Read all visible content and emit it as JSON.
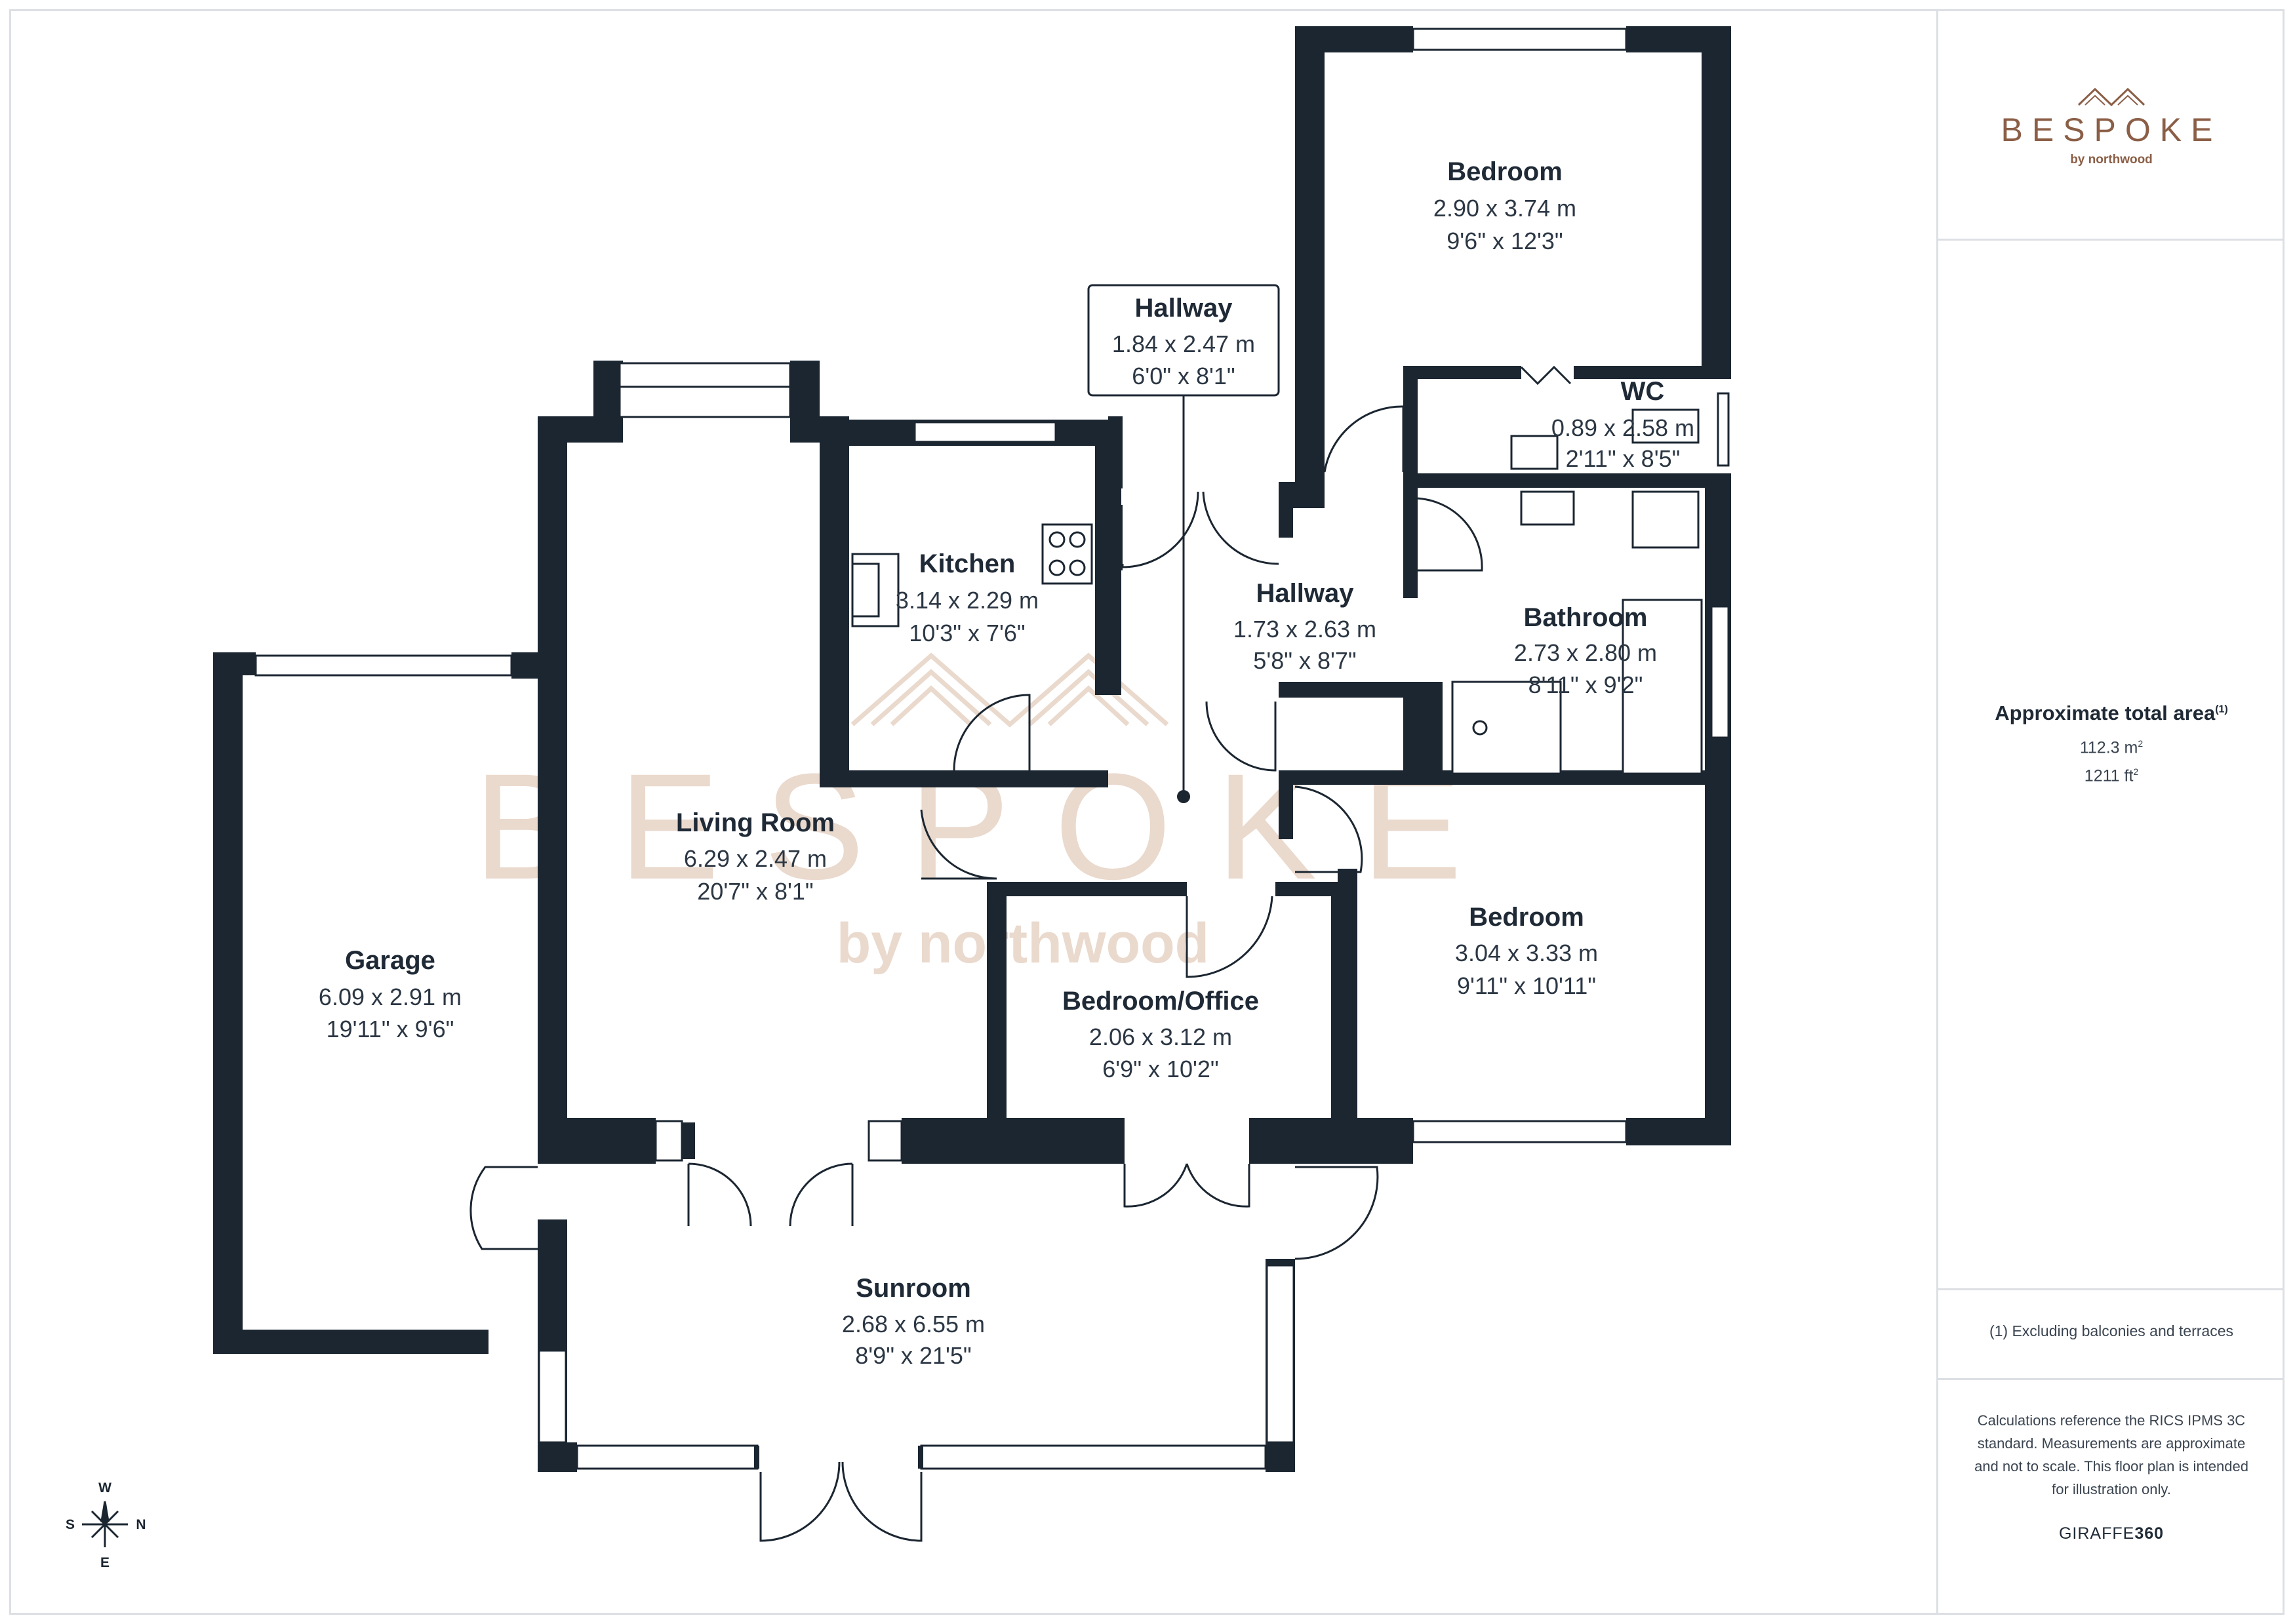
{
  "rooms": {
    "bedroom_top": {
      "name": "Bedroom",
      "metric": "2.90 x 3.74 m",
      "imperial": "9'6\" x 12'3\""
    },
    "hallway_top": {
      "name": "Hallway",
      "metric": "1.84 x 2.47 m",
      "imperial": "6'0\" x 8'1\""
    },
    "wc": {
      "name": "WC",
      "metric": "0.89 x 2.58 m",
      "imperial": "2'11\" x 8'5\""
    },
    "kitchen": {
      "name": "Kitchen",
      "metric": "3.14 x 2.29 m",
      "imperial": "10'3\" x 7'6\""
    },
    "hallway_mid": {
      "name": "Hallway",
      "metric": "1.73 x 2.63 m",
      "imperial": "5'8\" x 8'7\""
    },
    "bathroom": {
      "name": "Bathroom",
      "metric": "2.73 x 2.80 m",
      "imperial": "8'11\" x 9'2\""
    },
    "living_room": {
      "name": "Living Room",
      "metric": "6.29 x 2.47 m",
      "imperial": "20'7\" x 8'1\""
    },
    "garage": {
      "name": "Garage",
      "metric": "6.09 x 2.91 m",
      "imperial": "19'11\" x 9'6\""
    },
    "bedroom_right": {
      "name": "Bedroom",
      "metric": "3.04 x 3.33 m",
      "imperial": "9'11\" x 10'11\""
    },
    "bedroom_office": {
      "name": "Bedroom/Office",
      "metric": "2.06 x 3.12 m",
      "imperial": "6'9\" x 10'2\""
    },
    "sunroom": {
      "name": "Sunroom",
      "metric": "2.68 x 6.55 m",
      "imperial": "8'9\" x 21'5\""
    }
  },
  "watermark": {
    "main": "BESPOKE",
    "sub": "by northwood"
  },
  "brand": {
    "name": "BESPOKE",
    "sub": "by northwood"
  },
  "area": {
    "title": "Approximate total area",
    "title_sup": "(1)",
    "metric_value": "112.3 m",
    "metric_unit_sup": "2",
    "imperial_value": "1211 ft",
    "imperial_unit_sup": "2"
  },
  "footnote": "(1) Excluding balconies and terraces",
  "disclaimer": "Calculations reference the RICS IPMS 3C standard. Measurements are approximate and not to scale. This floor plan is intended for illustration only.",
  "credit": {
    "prefix": "GIRAFFE",
    "suffix": "360"
  },
  "compass": {
    "top": "W",
    "bottom": "E",
    "left": "S",
    "right": "N"
  },
  "colors": {
    "wall": "#1b2631",
    "brand": "#8b5e46",
    "watermark": "#e7d9d0",
    "border": "#dcdfe3"
  }
}
